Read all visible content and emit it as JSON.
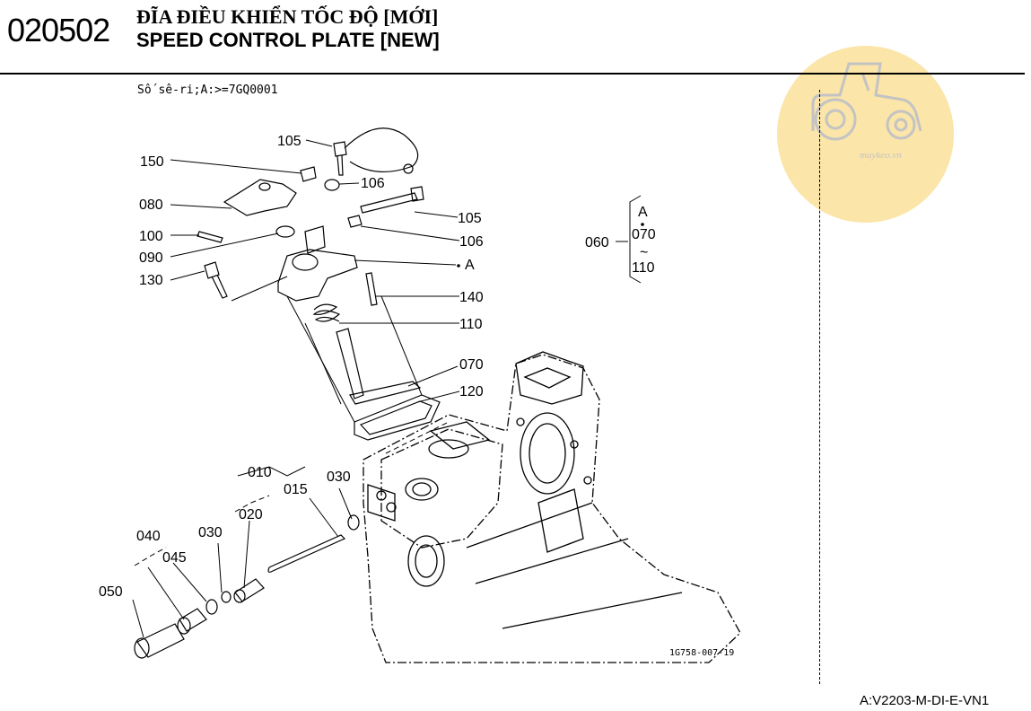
{
  "header": {
    "page_code": "020502",
    "title_vn": "ĐĨA ĐIỀU KHIỂN TỐC ĐỘ [MỚI]",
    "title_en": "SPEED CONTROL PLATE [NEW]"
  },
  "serial_note": "Số sê-ri;A:>=7GQ0001",
  "watermark": {
    "icon": "tractor-icon",
    "text": "maykeo.vn",
    "color": "#fbe19a"
  },
  "callouts": {
    "c105a": "105",
    "c150": "150",
    "c106a": "106",
    "c080": "080",
    "c105b": "105",
    "c100": "100",
    "c106b": "106",
    "c090": "090",
    "cA": "A",
    "c130": "130",
    "c140": "140",
    "c110": "110",
    "c070": "070",
    "c120": "120",
    "c010": "010",
    "c015": "015",
    "c030a": "030",
    "c020": "020",
    "c040": "040",
    "c030b": "030",
    "c045": "045",
    "c050": "050"
  },
  "group_060": {
    "label": "060",
    "line1": "A",
    "line2": "070",
    "line3": "~",
    "line4": "110"
  },
  "drawing_code": "1G758-007-19",
  "footer_code": "A:V2203-M-DI-E-VN1"
}
